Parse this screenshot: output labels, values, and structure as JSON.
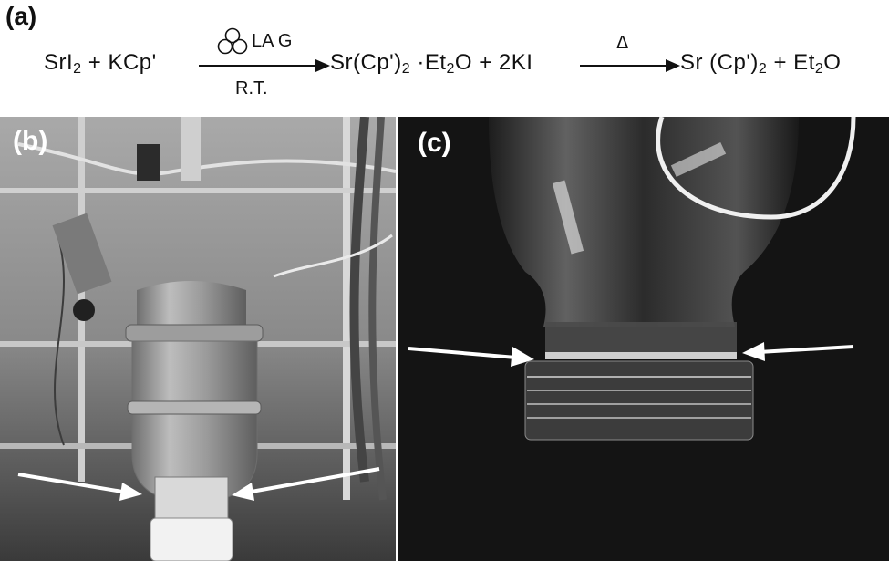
{
  "panels": {
    "a": "(a)",
    "b": "(b)",
    "c": "(c)"
  },
  "equation": {
    "reactant1": "SrI",
    "reactant1_sub": "2",
    "plus1": " + ",
    "reactant2": "KCp'",
    "condition_top": "LA G",
    "condition_bottom": "R.T.",
    "product1_a": "Sr(Cp')",
    "product1_sub": "2",
    "product1_b": " ·Et",
    "product1_sub2": "2",
    "product1_c": "O + 2KI",
    "heat": "Δ",
    "product2_a": "Sr (Cp')",
    "product2_sub": "2",
    "product2_b": " + Et",
    "product2_sub2": "2",
    "product2_c": "O"
  },
  "colors": {
    "arrow": "#ffffff",
    "background_c": "#141414"
  },
  "icons": {
    "lag": "three-circles-icon"
  }
}
